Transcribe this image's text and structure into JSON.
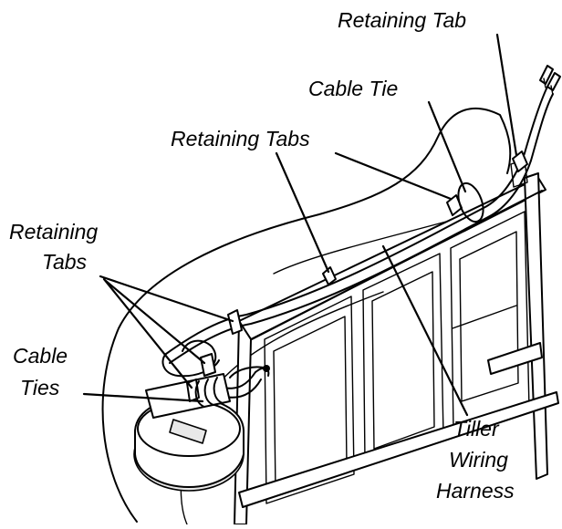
{
  "labels": {
    "retaining_tab": "Retaining Tab",
    "cable_tie": "Cable Tie",
    "retaining_tabs_upper": "Retaining Tabs",
    "retaining_tabs_left_line1": "Retaining",
    "retaining_tabs_left_line2": "Tabs",
    "cable_ties_line1": "Cable",
    "cable_ties_line2": "Ties",
    "harness_line1": "Tiller",
    "harness_line2": "Wiring",
    "harness_line3": "Harness"
  }
}
